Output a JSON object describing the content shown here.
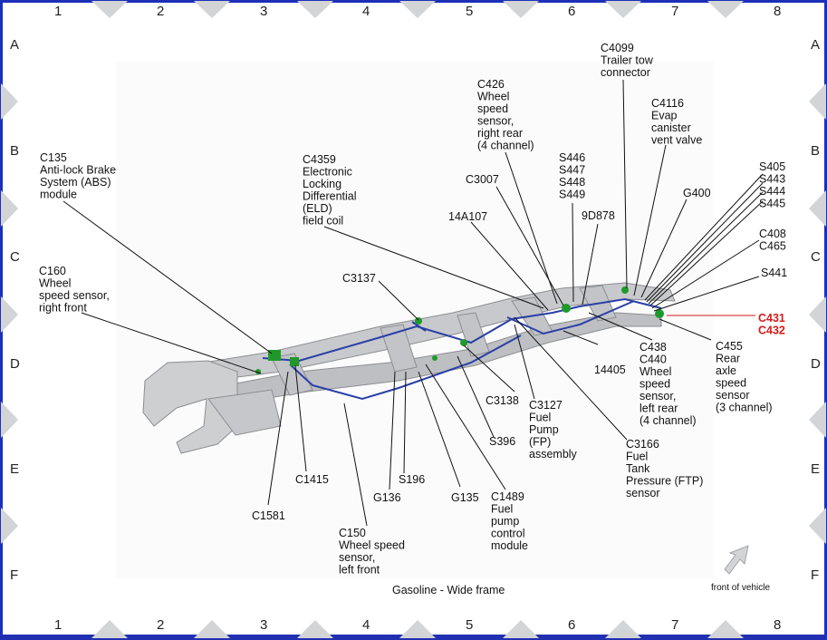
{
  "grid": {
    "columns": [
      "1",
      "2",
      "3",
      "4",
      "5",
      "6",
      "7",
      "8"
    ],
    "rows": [
      "A",
      "B",
      "C",
      "D",
      "E",
      "F"
    ]
  },
  "caption": "Gasoline - Wide frame",
  "front_note": "front of vehicle",
  "colors": {
    "wire": "#2a3fa8",
    "connector": "#1f9a2a",
    "highlight": "#d41b1b",
    "frame": "#bfc1c4",
    "border": "#1b2fb8"
  },
  "callouts": {
    "c135": [
      "C135",
      "Anti-lock Brake",
      "System (ABS)",
      "module"
    ],
    "c160": [
      "C160",
      "Wheel",
      "speed sensor,",
      "right front"
    ],
    "c4359": [
      "C4359",
      "Electronic",
      "Locking",
      "Differential",
      "(ELD)",
      "field coil"
    ],
    "c3137": [
      "C3137"
    ],
    "c426": [
      "C426",
      "Wheel",
      "speed",
      "sensor,",
      "right rear",
      "(4 channel)"
    ],
    "c3007": [
      "C3007"
    ],
    "a14a107": [
      "14A107"
    ],
    "s446": [
      "S446",
      "S447",
      "S448",
      "S449"
    ],
    "n9d878": [
      "9D878"
    ],
    "c4099": [
      "C4099",
      "Trailer tow",
      "connector"
    ],
    "c4116": [
      "C4116",
      "Evap",
      "canister",
      "vent valve"
    ],
    "g400": [
      "G400"
    ],
    "s405": [
      "S405",
      "S443",
      "S444",
      "S445"
    ],
    "c408": [
      "C408",
      "C465"
    ],
    "s441": [
      "S441"
    ],
    "c431": [
      "C431",
      "C432"
    ],
    "c438": [
      "C438",
      "C440",
      "Wheel",
      "speed",
      "sensor,",
      "left rear",
      "(4 channel)"
    ],
    "c455": [
      "C455",
      "Rear",
      "axle",
      "speed",
      "sensor",
      "(3 channel)"
    ],
    "n14405": [
      "14405"
    ],
    "c3138": [
      "C3138"
    ],
    "c3127": [
      "C3127",
      "Fuel",
      "Pump",
      "(FP)",
      "assembly"
    ],
    "s396": [
      "S396"
    ],
    "c3166": [
      "C3166",
      "Fuel",
      "Tank",
      "Pressure (FTP)",
      "sensor"
    ],
    "c1415": [
      "C1415"
    ],
    "c1581": [
      "C1581"
    ],
    "g136": [
      "G136"
    ],
    "s196": [
      "S196"
    ],
    "g135": [
      "G135"
    ],
    "c1489": [
      "C1489",
      "Fuel",
      "pump",
      "control",
      "module"
    ],
    "c150": [
      "C150",
      "Wheel speed",
      "sensor,",
      "left front"
    ]
  }
}
